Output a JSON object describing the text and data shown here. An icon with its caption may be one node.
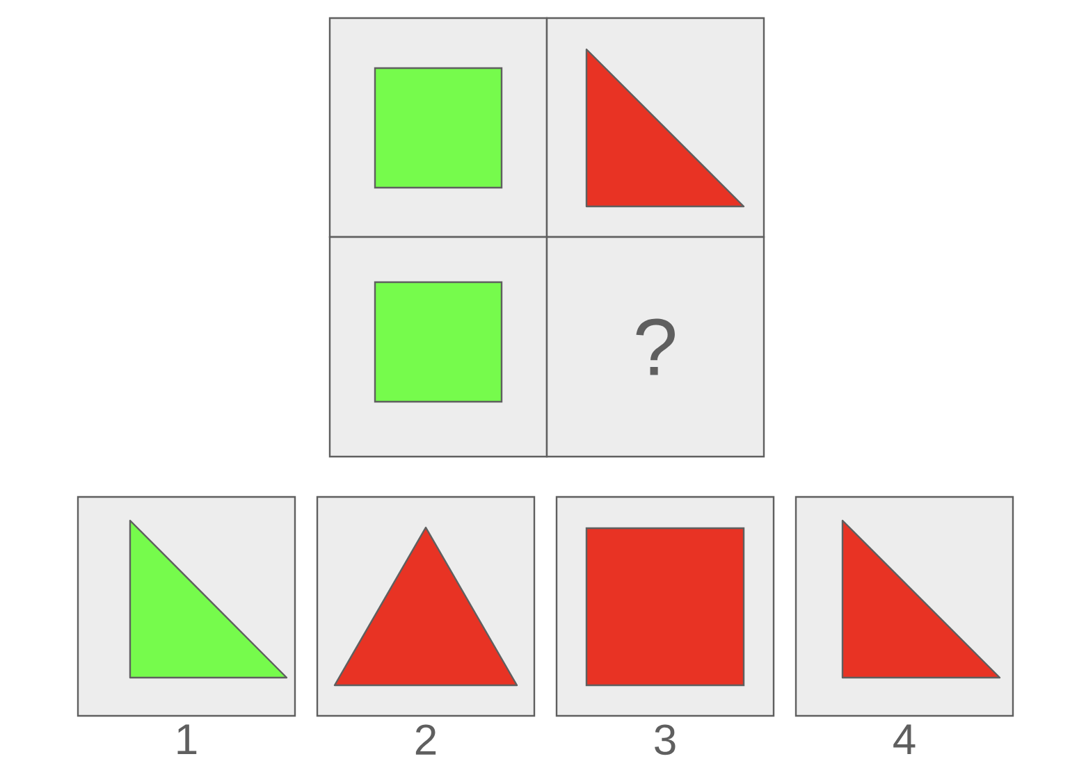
{
  "diagram": {
    "nodes": [
      {
        "text": [],
        "shape": "box"
      },
      {
        "text": [],
        "shape": "square",
        "in": 0
      },
      {
        "text": [],
        "shape": "box"
      },
      {
        "text": [],
        "shape": "triangle",
        "in": 2
      },
      {
        "text": [],
        "shape": "box"
      },
      {
        "text": [],
        "shape": "square",
        "in": 4
      },
      {
        "text": [
          "?"
        ]
      },
      {
        "text": [],
        "shape": "box",
        "beside": [
          "1"
        ]
      },
      {
        "text": [],
        "shape": "triangle",
        "in": 7
      },
      {
        "text": [],
        "shape": "box",
        "beside": [
          "2"
        ]
      },
      {
        "text": [],
        "shape": "triangle",
        "in": 9
      },
      {
        "text": [],
        "shape": "box",
        "beside": [
          "3"
        ]
      },
      {
        "text": [],
        "shape": "square",
        "in": 11
      },
      {
        "text": [],
        "shape": "box",
        "beside": [
          "4"
        ]
      },
      {
        "text": [],
        "shape": "triangle",
        "in": 13
      }
    ]
  }
}
